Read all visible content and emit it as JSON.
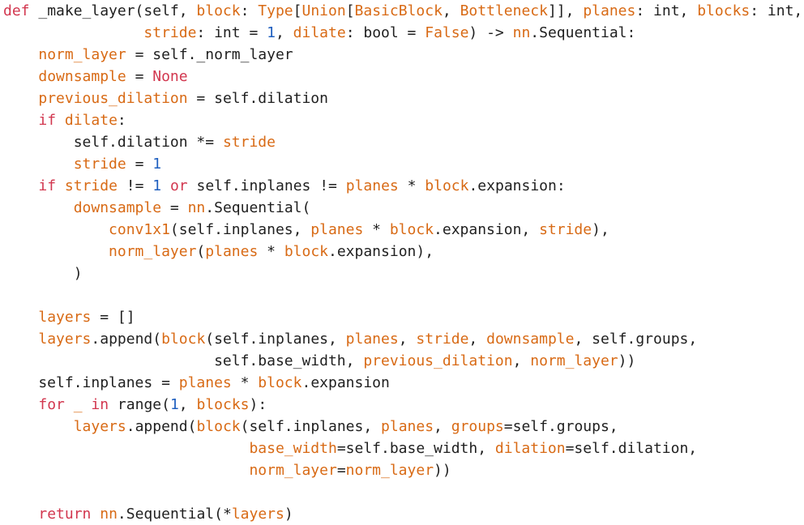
{
  "lines": [
    [
      [
        "kw",
        "def"
      ],
      [
        "pl",
        " _make_layer(self, "
      ],
      [
        "nm",
        "block"
      ],
      [
        "pl",
        ": "
      ],
      [
        "nm",
        "Type"
      ],
      [
        "pl",
        "["
      ],
      [
        "nm",
        "Union"
      ],
      [
        "pl",
        "["
      ],
      [
        "nm",
        "BasicBlock"
      ],
      [
        "pl",
        ", "
      ],
      [
        "nm",
        "Bottleneck"
      ],
      [
        "pl",
        "]], "
      ],
      [
        "nm",
        "planes"
      ],
      [
        "pl",
        ": int, "
      ],
      [
        "nm",
        "blocks"
      ],
      [
        "pl",
        ": int,"
      ]
    ],
    [
      [
        "pl",
        "                "
      ],
      [
        "nm",
        "stride"
      ],
      [
        "pl",
        ": int = "
      ],
      [
        "num",
        "1"
      ],
      [
        "pl",
        ", "
      ],
      [
        "nm",
        "dilate"
      ],
      [
        "pl",
        ": bool = "
      ],
      [
        "nm",
        "False"
      ],
      [
        "pl",
        ") -> "
      ],
      [
        "nm",
        "nn"
      ],
      [
        "pl",
        ".Sequential:"
      ]
    ],
    [
      [
        "pl",
        "    "
      ],
      [
        "nm",
        "norm_layer"
      ],
      [
        "pl",
        " = self._norm_layer"
      ]
    ],
    [
      [
        "pl",
        "    "
      ],
      [
        "nm",
        "downsample"
      ],
      [
        "pl",
        " = "
      ],
      [
        "kw",
        "None"
      ]
    ],
    [
      [
        "pl",
        "    "
      ],
      [
        "nm",
        "previous_dilation"
      ],
      [
        "pl",
        " = self.dilation"
      ]
    ],
    [
      [
        "pl",
        "    "
      ],
      [
        "kw",
        "if"
      ],
      [
        "pl",
        " "
      ],
      [
        "nm",
        "dilate"
      ],
      [
        "pl",
        ":"
      ]
    ],
    [
      [
        "pl",
        "        self.dilation *= "
      ],
      [
        "nm",
        "stride"
      ]
    ],
    [
      [
        "pl",
        "        "
      ],
      [
        "nm",
        "stride"
      ],
      [
        "pl",
        " = "
      ],
      [
        "num",
        "1"
      ]
    ],
    [
      [
        "pl",
        "    "
      ],
      [
        "kw",
        "if"
      ],
      [
        "pl",
        " "
      ],
      [
        "nm",
        "stride"
      ],
      [
        "pl",
        " != "
      ],
      [
        "num",
        "1"
      ],
      [
        "pl",
        " "
      ],
      [
        "kw",
        "or"
      ],
      [
        "pl",
        " self.inplanes != "
      ],
      [
        "nm",
        "planes"
      ],
      [
        "pl",
        " * "
      ],
      [
        "nm",
        "block"
      ],
      [
        "pl",
        ".expansion:"
      ]
    ],
    [
      [
        "pl",
        "        "
      ],
      [
        "nm",
        "downsample"
      ],
      [
        "pl",
        " = "
      ],
      [
        "nm",
        "nn"
      ],
      [
        "pl",
        ".Sequential("
      ]
    ],
    [
      [
        "pl",
        "            "
      ],
      [
        "nm",
        "conv1x1"
      ],
      [
        "pl",
        "(self.inplanes, "
      ],
      [
        "nm",
        "planes"
      ],
      [
        "pl",
        " * "
      ],
      [
        "nm",
        "block"
      ],
      [
        "pl",
        ".expansion, "
      ],
      [
        "nm",
        "stride"
      ],
      [
        "pl",
        "),"
      ]
    ],
    [
      [
        "pl",
        "            "
      ],
      [
        "nm",
        "norm_layer"
      ],
      [
        "pl",
        "("
      ],
      [
        "nm",
        "planes"
      ],
      [
        "pl",
        " * "
      ],
      [
        "nm",
        "block"
      ],
      [
        "pl",
        ".expansion),"
      ]
    ],
    [
      [
        "pl",
        "        )"
      ]
    ],
    [
      [
        "pl",
        ""
      ]
    ],
    [
      [
        "pl",
        "    "
      ],
      [
        "nm",
        "layers"
      ],
      [
        "pl",
        " = []"
      ]
    ],
    [
      [
        "pl",
        "    "
      ],
      [
        "nm",
        "layers"
      ],
      [
        "pl",
        ".append("
      ],
      [
        "nm",
        "block"
      ],
      [
        "pl",
        "(self.inplanes, "
      ],
      [
        "nm",
        "planes"
      ],
      [
        "pl",
        ", "
      ],
      [
        "nm",
        "stride"
      ],
      [
        "pl",
        ", "
      ],
      [
        "nm",
        "downsample"
      ],
      [
        "pl",
        ", self.groups,"
      ]
    ],
    [
      [
        "pl",
        "                        self.base_width, "
      ],
      [
        "nm",
        "previous_dilation"
      ],
      [
        "pl",
        ", "
      ],
      [
        "nm",
        "norm_layer"
      ],
      [
        "pl",
        "))"
      ]
    ],
    [
      [
        "pl",
        "    self.inplanes = "
      ],
      [
        "nm",
        "planes"
      ],
      [
        "pl",
        " * "
      ],
      [
        "nm",
        "block"
      ],
      [
        "pl",
        ".expansion"
      ]
    ],
    [
      [
        "pl",
        "    "
      ],
      [
        "kw",
        "for"
      ],
      [
        "pl",
        " "
      ],
      [
        "nm",
        "_"
      ],
      [
        "pl",
        " "
      ],
      [
        "kw",
        "in"
      ],
      [
        "pl",
        " range("
      ],
      [
        "num",
        "1"
      ],
      [
        "pl",
        ", "
      ],
      [
        "nm",
        "blocks"
      ],
      [
        "pl",
        "):"
      ]
    ],
    [
      [
        "pl",
        "        "
      ],
      [
        "nm",
        "layers"
      ],
      [
        "pl",
        ".append("
      ],
      [
        "nm",
        "block"
      ],
      [
        "pl",
        "(self.inplanes, "
      ],
      [
        "nm",
        "planes"
      ],
      [
        "pl",
        ", "
      ],
      [
        "nm",
        "groups"
      ],
      [
        "pl",
        "=self.groups,"
      ]
    ],
    [
      [
        "pl",
        "                            "
      ],
      [
        "nm",
        "base_width"
      ],
      [
        "pl",
        "=self.base_width, "
      ],
      [
        "nm",
        "dilation"
      ],
      [
        "pl",
        "=self.dilation,"
      ]
    ],
    [
      [
        "pl",
        "                            "
      ],
      [
        "nm",
        "norm_layer"
      ],
      [
        "pl",
        "="
      ],
      [
        "nm",
        "norm_layer"
      ],
      [
        "pl",
        "))"
      ]
    ],
    [
      [
        "pl",
        ""
      ]
    ],
    [
      [
        "pl",
        "    "
      ],
      [
        "kw",
        "return"
      ],
      [
        "pl",
        " "
      ],
      [
        "nm",
        "nn"
      ],
      [
        "pl",
        ".Sequential(*"
      ],
      [
        "nm",
        "layers"
      ],
      [
        "pl",
        ")"
      ]
    ]
  ]
}
